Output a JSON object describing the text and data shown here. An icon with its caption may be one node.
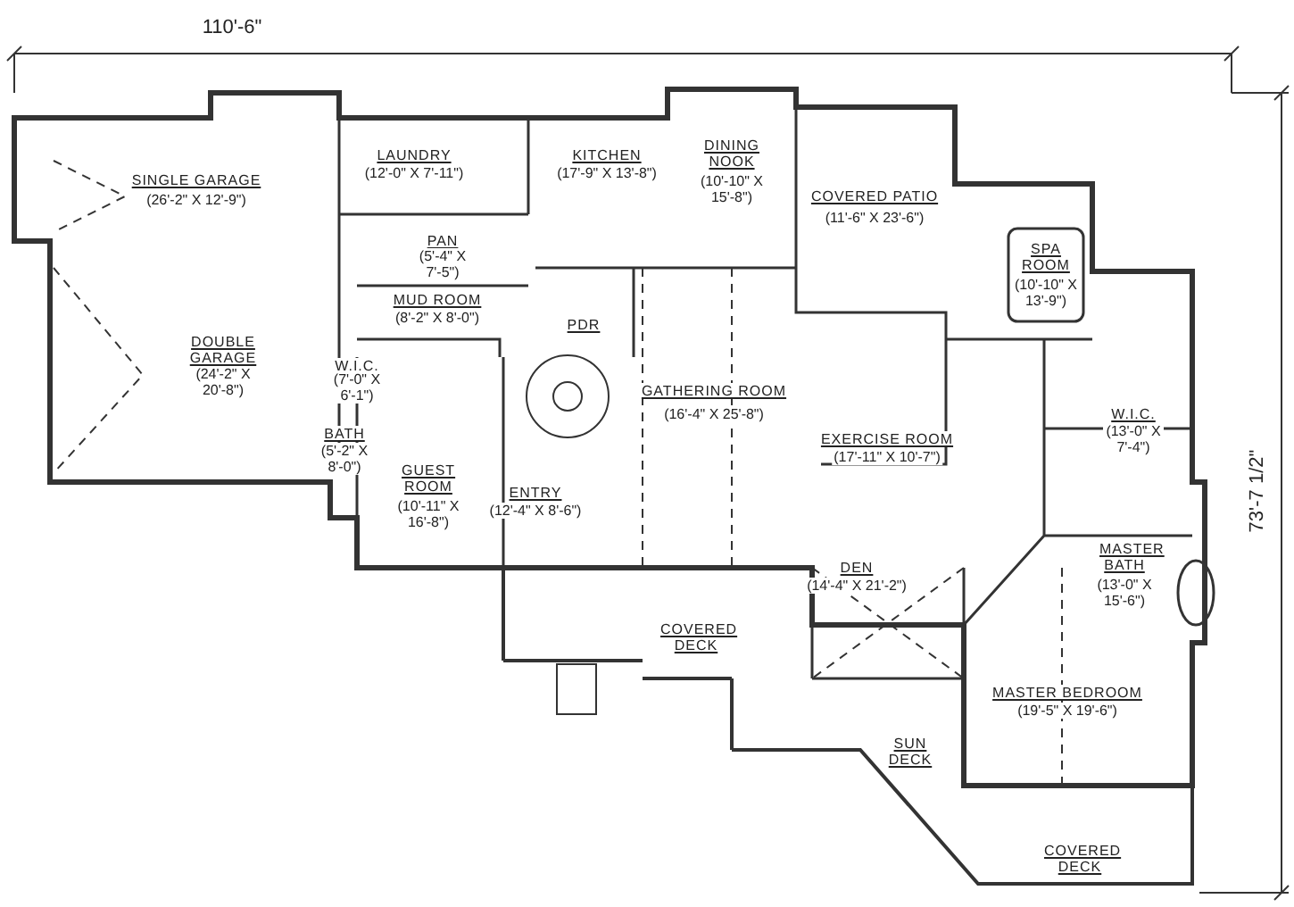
{
  "diagram": {
    "labels": [
      "110'-6\"",
      "SINGLE GARAGE",
      "(26'-2\" X 12'-9\")",
      "LAUNDRY",
      "(12'-0\" X 7'-11\")",
      "KITCHEN",
      "(17'-9\" X 13'-8\")",
      "DINING NOOK",
      "(10'-10\" X 15'-8\")",
      "COVERED PATIO",
      "(11'-6\" X 23'-6\")",
      "PAN",
      "(5'-4\" X 7'-5\")",
      "SPA ROOM",
      "(10'-10\" X 13'-9\")",
      "MUD ROOM",
      "(8'-2\" X 8'-0\")",
      "PDR",
      "DOUBLE GARAGE",
      "(24'-2\" X 20'-8\")",
      "W.I.C.",
      "(7'-0\" X 6'-1\")",
      "GATHERING ROOM",
      "(16'-4\" X 25'-8\")",
      "EXERCISE ROOM",
      "(17'-11\" X 10'-7\")",
      "W.I.C.",
      "(13'-0\" X 7'-4\")",
      "BATH",
      "(5'-2\" X 8'-0\")",
      "GUEST ROOM",
      "(10'-11\" X 16'-8\")",
      "ENTRY",
      "(12'-4\" X 8'-6\")",
      "73'-7 1/2\"",
      "MASTER BATH",
      "(13'-0\" X 15'-6\")",
      "DEN",
      "(14'-4\" X 21'-2\")",
      "COVERED DECK",
      "MASTER BEDROOM",
      "(19'-5\" X 19'-6\")",
      "SUN DECK",
      "COVERED DECK"
    ]
  }
}
